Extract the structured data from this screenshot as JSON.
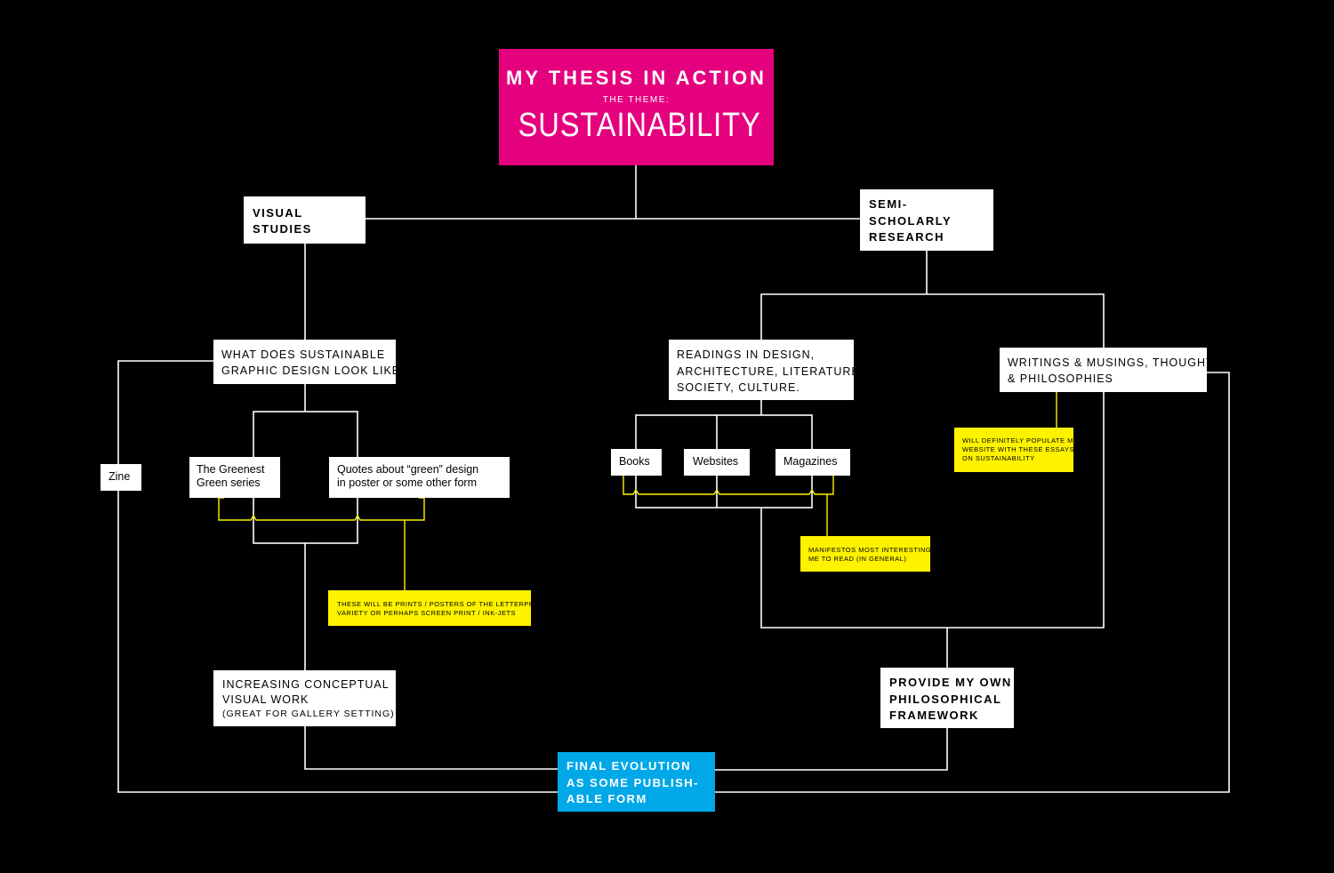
{
  "title": {
    "line1": "MY THESIS IN ACTION",
    "line2": "THE THEME:",
    "line3": "SUSTAINABILITY"
  },
  "visual_studies": [
    "VISUAL",
    "STUDIES"
  ],
  "semi_scholarly": [
    "SEMI-",
    "SCHOLARLY",
    "RESEARCH"
  ],
  "what_does": [
    "WHAT DOES SUSTAINABLE",
    "GRAPHIC DESIGN LOOK LIKE?"
  ],
  "readings": [
    "READINGS IN DESIGN,",
    "ARCHITECTURE, LITERATURE,",
    "SOCIETY, CULTURE."
  ],
  "writings": [
    "WRITINGS & MUSINGS, THOUGHTS",
    "& PHILOSOPHIES"
  ],
  "zine": "Zine",
  "greenest": [
    "The Greenest",
    "Green series"
  ],
  "quotes": [
    "Quotes about “green” design",
    "in poster or some other form"
  ],
  "books": "Books",
  "websites": "Websites",
  "magazines": "Magazines",
  "note_website": [
    "WILL DEFINITELY POPULATE MY",
    "WEBSITE WITH THESE ESSAYS",
    "ON SUSTAINABILITY"
  ],
  "note_manifestos": [
    "MANIFESTOS MOST INTERESTING TO",
    "ME TO READ (IN GENERAL)"
  ],
  "note_prints": [
    "THESE WILL BE PRINTS / POSTERS OF THE LETTERPRESS",
    "VARIETY OR PERHAPS SCREEN PRINT / INK-JETS"
  ],
  "increasing": [
    "INCREASING CONCEPTUAL",
    "VISUAL WORK",
    "(GREAT FOR GALLERY SETTING)"
  ],
  "provide": [
    "PROVIDE MY OWN",
    "PHILOSOPHICAL",
    "FRAMEWORK"
  ],
  "final": [
    "FINAL EVOLUTION",
    "AS SOME PUBLISH-",
    "ABLE FORM"
  ],
  "colors": {
    "background": "#000000",
    "title_box": "#e5007e",
    "final_box": "#00a8e8",
    "note": "#fff200",
    "line_white": "#ffffff",
    "line_yellow": "#fff200"
  }
}
